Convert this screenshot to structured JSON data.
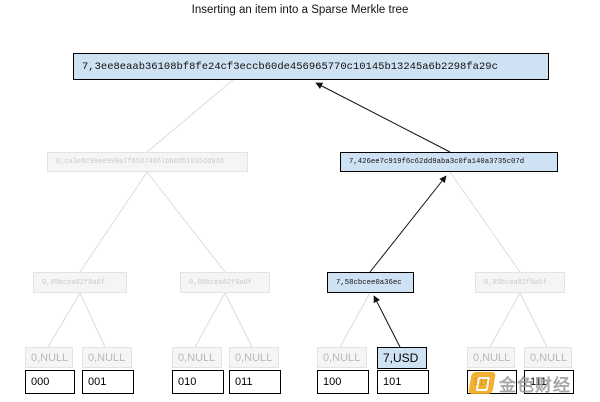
{
  "title": "Inserting an item into a Sparse Merkle tree",
  "root": {
    "hash": "7,3ee8eaab36108bf8fe24cf3eccb60de456965770c10145b13245a6b2298fa29c"
  },
  "level1": [
    {
      "hash": "0,ca3e8c99ee999a7f6537406lbb0d51935dd936"
    },
    {
      "hash": "7,426ee7c919f6c62dd9aba3c0fa140a3735c07d"
    }
  ],
  "level2": [
    {
      "hash": "0,05bcea82f0a6f"
    },
    {
      "hash": "0,05bcea82f0a6f"
    },
    {
      "hash": "7,58cbcee0a36ec"
    },
    {
      "hash": "0,05bcea82f0a6f"
    }
  ],
  "leaves": [
    {
      "value": "0,NULL",
      "index": "000"
    },
    {
      "value": "0,NULL",
      "index": "001"
    },
    {
      "value": "0,NULL",
      "index": "010"
    },
    {
      "value": "0,NULL",
      "index": "011"
    },
    {
      "value": "0,NULL",
      "index": "100"
    },
    {
      "value": "7,USD",
      "index": "101"
    },
    {
      "value": "0,NULL",
      "index": "110"
    },
    {
      "value": "0,NULL",
      "index": "111"
    }
  ],
  "colors": {
    "active_fill": "#cfe2f3",
    "faded_fill": "#f5f5f5",
    "active_edge": "#111111",
    "faded_edge": "#dcdcdc"
  },
  "watermark": {
    "icon": "jinse-logo-icon",
    "text": "金色财经"
  }
}
